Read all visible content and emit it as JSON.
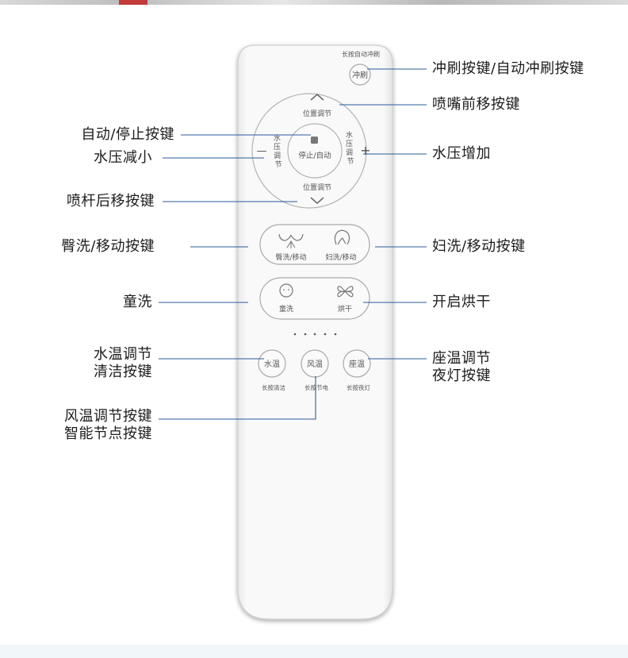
{
  "remote": {
    "long_press_flush_note": "长按自动冲刷",
    "flush_button": "冲刷",
    "position_adjust_top": "位置调节",
    "position_adjust_bottom": "位置调节",
    "stop_auto_button": "停止/自动",
    "water_pressure_left": "水压调节",
    "water_pressure_right": "水压调节",
    "minus_symbol": "—",
    "plus_symbol": "+",
    "hip_wash_button": "臀洗/移动",
    "lady_wash_button": "妇洗/移动",
    "child_wash_button": "童洗",
    "dry_button": "烘干",
    "water_temp_button": "水温",
    "air_temp_button": "风温",
    "seat_temp_button": "座温",
    "water_temp_note": "长按清洁",
    "air_temp_note": "长按节电",
    "seat_temp_note": "长按夜灯"
  },
  "callouts": {
    "flush": "冲刷按键/自动冲刷按键",
    "nozzle_forward": "喷嘴前移按键",
    "auto_stop": "自动/停止按键",
    "pressure_down": "水压减小",
    "pressure_up": "水压增加",
    "nozzle_back": "喷杆后移按键",
    "hip_wash": "臀洗/移动按键",
    "lady_wash": "妇洗/移动按键",
    "child_wash": "童洗",
    "dry": "开启烘干",
    "water_temp_line1": "水温调节",
    "water_temp_line2": "清洁按键",
    "seat_temp_line1": "座温调节",
    "seat_temp_line2": "夜灯按键",
    "air_temp_line1": "风温调节按键",
    "air_temp_line2": "智能节点按键"
  },
  "colors": {
    "leader_line": "#2a5c9a",
    "remote_body": "#f7f7f7",
    "remote_outline": "#cfcfcf",
    "button_outline": "#a9a9a9"
  }
}
